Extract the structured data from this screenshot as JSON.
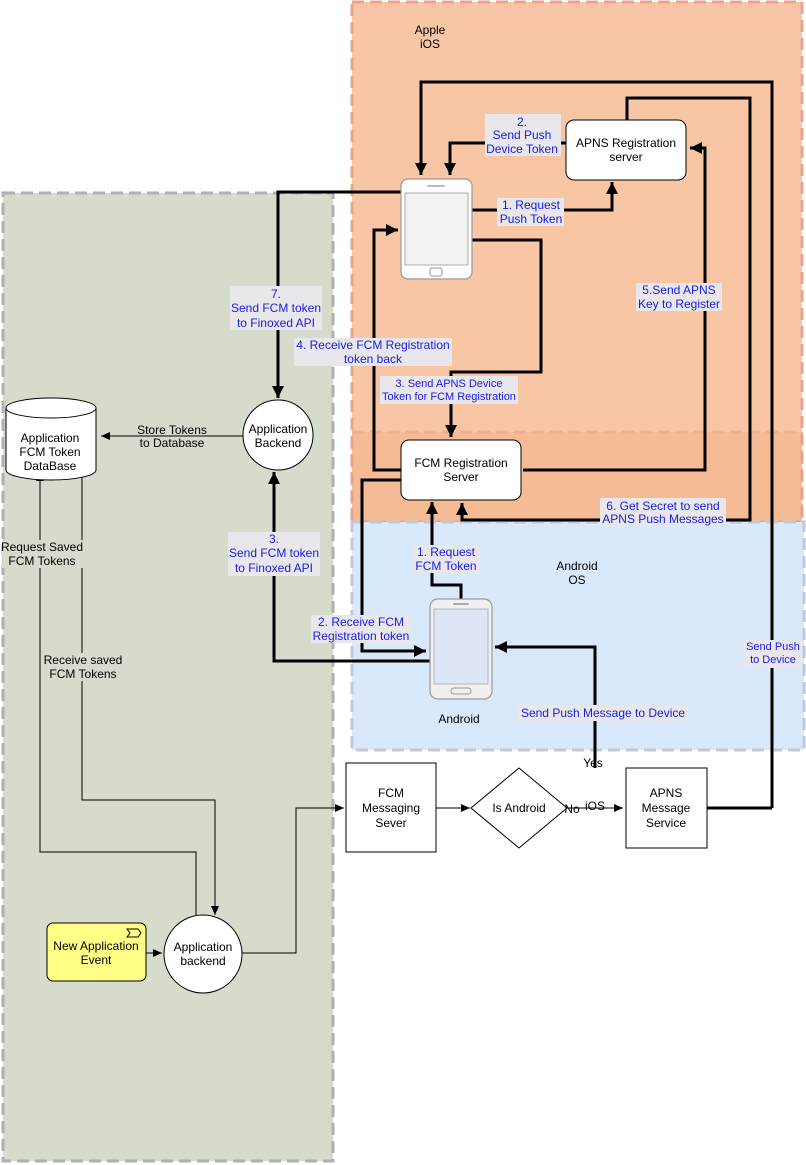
{
  "regions": {
    "ios": {
      "line1": "Apple",
      "line2": "iOS",
      "fill": "#f8c4a0"
    },
    "android": {
      "line1": "Android",
      "line2": "OS",
      "fill": "#dae8fc"
    },
    "backend": {
      "fill": "#d5dccb"
    }
  },
  "nodes": {
    "apns_registration": [
      "APNS Registration",
      "server"
    ],
    "fcm_registration": [
      "FCM Registration",
      "Server"
    ],
    "app_backend_top": [
      "Application",
      "Backend"
    ],
    "app_backend_bottom": [
      "Application",
      "backend"
    ],
    "database": [
      "Application",
      "FCM Token",
      "DataBase"
    ],
    "fcm_messaging": [
      "FCM",
      "Messaging",
      "Sever"
    ],
    "is_android": "Is Android",
    "apns_message": [
      "APNS",
      "Message",
      "Service"
    ],
    "new_event": [
      "New Application",
      "Event"
    ],
    "android_label": "Android"
  },
  "edge_labels": {
    "send_push_device_token": [
      "2.",
      "Send Push",
      "Device Token"
    ],
    "request_push_token": [
      "1. Request",
      "Push Token"
    ],
    "send_apns_key": [
      "5.Send APNS",
      "Key to Register"
    ],
    "send_fcm_token_7": [
      "7.",
      "Send FCM token",
      "to Finoxed API"
    ],
    "receive_fcm_reg_4": [
      "4. Receive FCM Registration",
      "token back"
    ],
    "send_apns_device_token_3": [
      "3. Send APNS Device",
      "Token for FCM Registration"
    ],
    "get_secret_6": [
      "6. Get Secret to send",
      "APNS Push Messages"
    ],
    "request_fcm_token_1": [
      "1. Request",
      "FCM Token"
    ],
    "send_fcm_token_3": [
      "3.",
      "Send FCM token",
      "to Finoxed API"
    ],
    "receive_fcm_reg_2": [
      "2. Receive FCM",
      "Registration token"
    ],
    "send_push_message": "Send Push Message to Device",
    "send_push_to_device": [
      "Send Push",
      "to Device"
    ],
    "store_tokens": [
      "Store Tokens",
      "to Database"
    ],
    "request_saved": [
      "Request Saved",
      "FCM Tokens"
    ],
    "receive_saved": [
      "Receive saved",
      "FCM Tokens"
    ],
    "yes": "Yes",
    "no": "No",
    "ios": "iOS"
  }
}
